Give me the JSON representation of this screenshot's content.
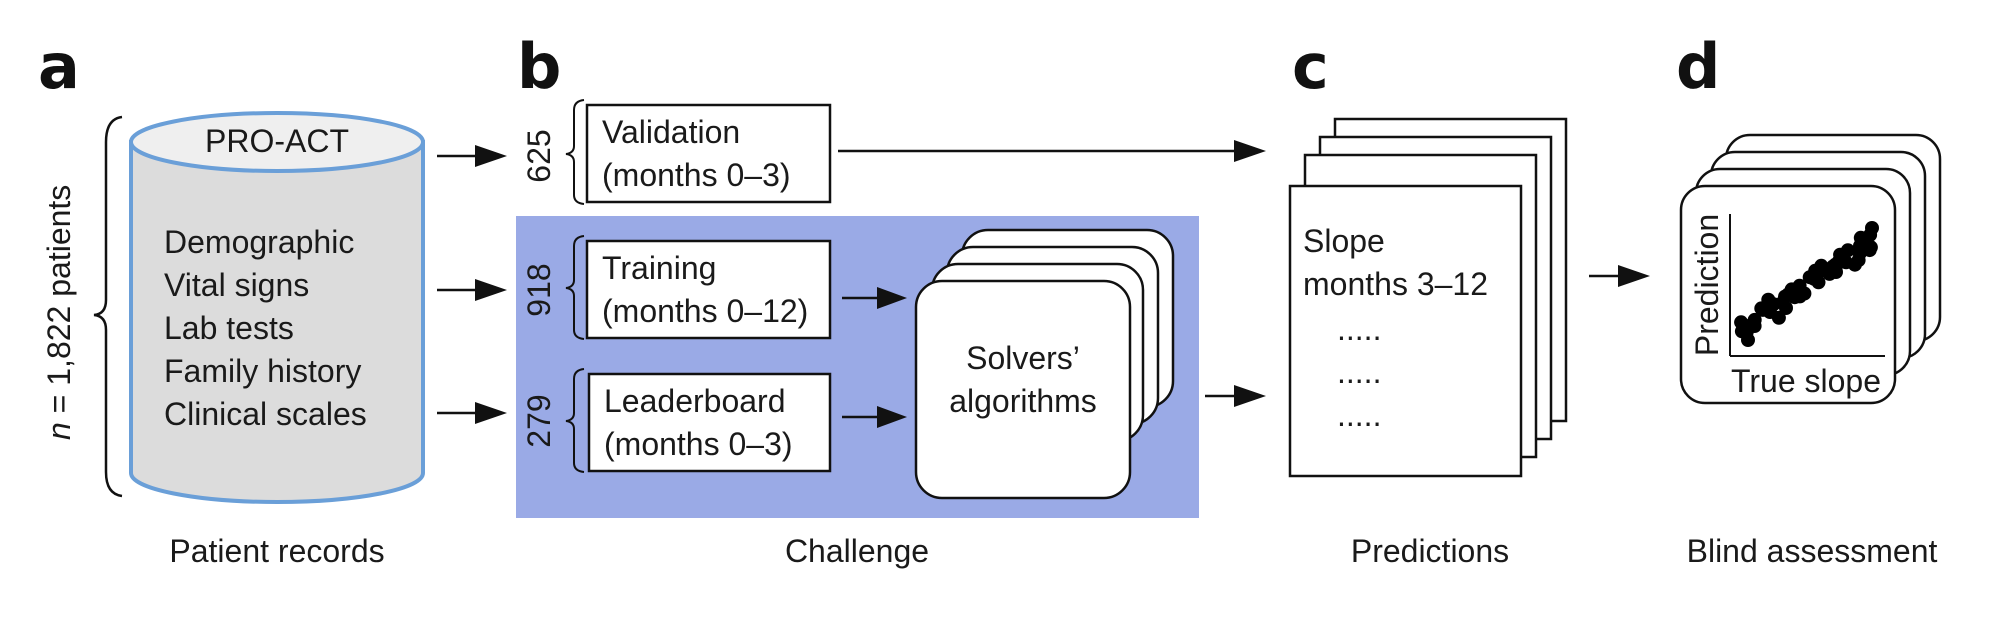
{
  "panels": {
    "a": {
      "letter": "a",
      "n_label_italic": "n",
      "n_label_rest": " = 1,822 patients",
      "db_title": "PRO-ACT",
      "db_items": [
        "Demographic",
        "Vital signs",
        "Lab tests",
        "Family history",
        "Clinical scales"
      ],
      "caption": "Patient records"
    },
    "b": {
      "letter": "b",
      "validation": {
        "count": "625",
        "line1": "Validation",
        "line2": "(months 0–3)"
      },
      "training": {
        "count": "918",
        "line1": "Training",
        "line2": "(months 0–12)"
      },
      "leaderboard": {
        "count": "279",
        "line1": "Leaderboard",
        "line2": "(months 0–3)"
      },
      "solvers_line1": "Solvers’",
      "solvers_line2": "algorithms",
      "caption": "Challenge"
    },
    "c": {
      "letter": "c",
      "line1": "Slope",
      "line2": "months 3–12",
      "dots": ".....",
      "caption": "Predictions"
    },
    "d": {
      "letter": "d",
      "y_axis": "Prediction",
      "x_axis": "True slope",
      "caption": "Blind assessment"
    }
  },
  "colors": {
    "challenge_bg": "#9aaae6",
    "cylinder_fill": "#dcdcdc",
    "cylinder_stroke": "#6a9fd8",
    "cylinder_top": "#efefef"
  }
}
